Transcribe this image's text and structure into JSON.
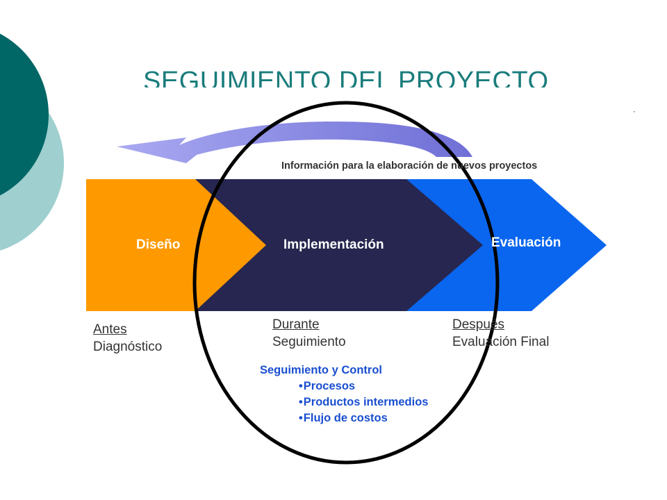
{
  "slide": {
    "title": "SEGUIMIENTO DEL PROYECTO",
    "feedback_label": "Información para la elaboración de  nuevos  proyectos",
    "stages": [
      {
        "label": "Diseño"
      },
      {
        "label": "Implementación"
      },
      {
        "label": "Evaluación"
      }
    ],
    "phases": [
      {
        "heading": "Antes",
        "detail": "Diagnóstico"
      },
      {
        "heading": "Durante",
        "detail": "Seguimiento"
      },
      {
        "heading": "Después",
        "detail": "Evaluación Final"
      }
    ],
    "control": {
      "heading": "Seguimiento y Control",
      "items": [
        "Procesos",
        "Productos intermedios",
        "Flujo de costos"
      ]
    }
  },
  "colors": {
    "teal_dark": "#006666",
    "teal_light": "#9fcfcf",
    "title": "#1a7c7c",
    "stage_orange": "#ff9900",
    "stage_navy": "#262650",
    "stage_blue": "#0a66ee",
    "feedback_arrow": "#8e8ee6",
    "control_text": "#1a4fd0"
  }
}
